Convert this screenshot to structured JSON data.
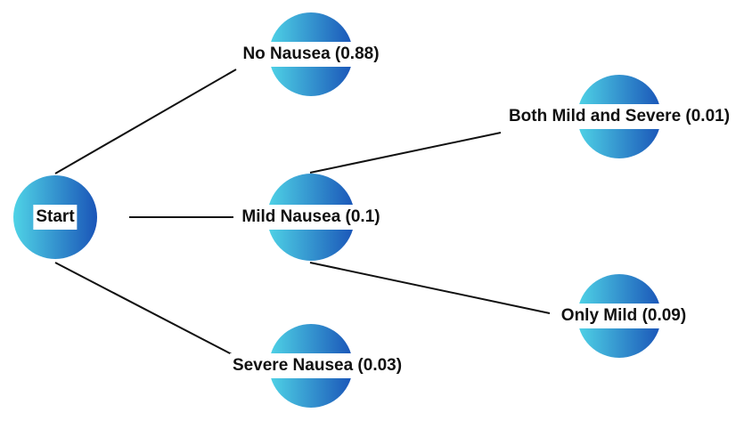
{
  "colors": {
    "node_gradient_start": "#4fd3e6",
    "node_gradient_end": "#1a55b8",
    "edge": "#111111"
  },
  "nodes": {
    "start": {
      "label": "Start"
    },
    "no_nausea": {
      "label": "No Nausea (0.88)"
    },
    "mild_nausea": {
      "label": "Mild Nausea (0.1)"
    },
    "severe_nausea": {
      "label": "Severe Nausea (0.03)"
    },
    "both_mild_severe": {
      "label": "Both Mild and Severe (0.01)"
    },
    "only_mild": {
      "label": "Only Mild (0.09)"
    }
  }
}
